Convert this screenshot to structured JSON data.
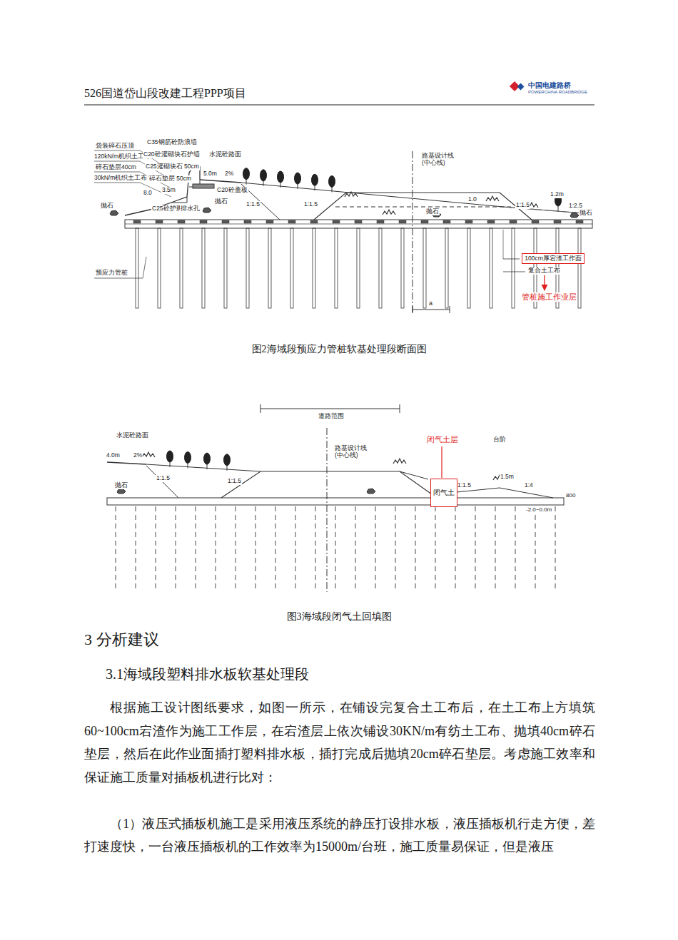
{
  "diagram": {
    "nodes": [
      {
        "text": [
          "100cm厚宕渣工作面"
        ]
      },
      {
        "text": [
          "闭气土"
        ]
      }
    ],
    "labels": [
      "526国道岱山段改建工程PPP项目",
      "中国电建路桥",
      "POWERCHINA ROADBRIDGE",
      "袋装碎石压顶",
      "120kN/m机织土工布",
      "碎石垫层40cm",
      "30kN/m机织土工布",
      "C35钢筋砼防浪墙",
      "C20砼灌砌块石护墙",
      "C25灌砌块石 50cm",
      "碎石垫层 50cm",
      "水泥砼路面",
      "5.0m",
      "2%",
      "8.0",
      "3.5m",
      "C20砼盖板",
      "C25砼护脚",
      "排水孔",
      "抛石",
      "抛石",
      "1:1.5",
      "路基设计线 (中心线)",
      "1:1.5",
      "抛石",
      "1.0",
      "1:1.5",
      "1:2.5",
      "1.2m",
      "抛石",
      "预应力管桩",
      "复合土工布",
      "管桩施工作业层",
      "a",
      "图2海域段预应力管桩软基处理段断面图",
      "道路范围",
      "路基设计线 (中心线)",
      "水泥砼路面",
      "4.0m",
      "2%",
      "抛石",
      "1:1.5",
      "1:1.5",
      "闭气土层",
      "台阶",
      "1:1.5",
      "1.5m",
      "1:4",
      "-2.0~0.0m",
      "800",
      "图3海域段闭气土回填图",
      "3 分析建议",
      "3.1海域段塑料排水板软基处理段",
      "根据施工设计图纸要求，如图一所示，在铺设完复合土工布后，在土工布上方填筑60~100cm宕渣作为施工工作层，在宕渣层上依次铺设30KN/m有纺土工布、抛填40cm碎石垫层，然后在此作业面插打塑料排水板，插打完成后抛填20cm碎石垫层。考虑施工效率和保证施工质量对插板机进行比对：",
      "（1）液压式插板机施工是采用液压系统的静压打设排水板，液压插板机行走方便，差打速度快，一台液压插板机的工作效率为15000m/台班，施工质量易保证，但是液压"
    ]
  }
}
